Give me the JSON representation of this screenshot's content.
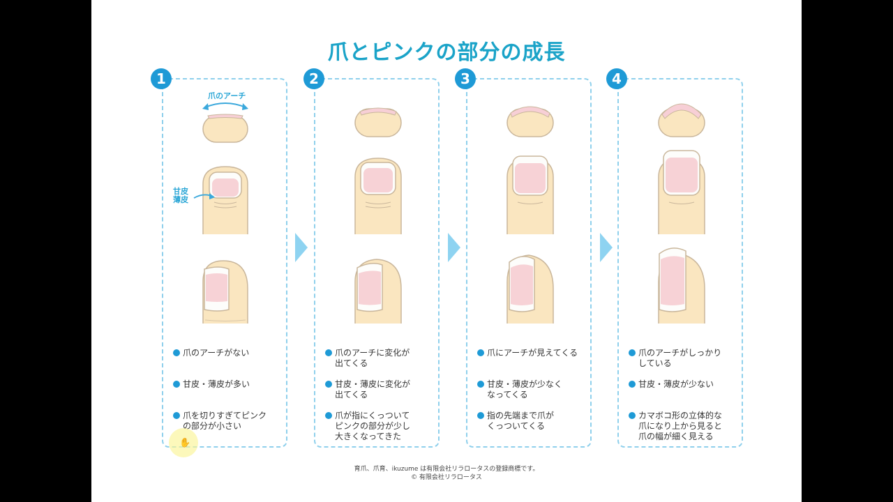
{
  "title": "爪とピンクの部分の成長",
  "annotations": {
    "arch_label": "爪のアーチ",
    "cuticle_label": "甘皮\n薄皮"
  },
  "steps": [
    {
      "number": "1",
      "bullets": [
        "爪のアーチがない",
        "甘皮・薄皮が多い",
        "爪を切りすぎてピンク\nの部分が小さい"
      ]
    },
    {
      "number": "2",
      "bullets": [
        "爪のアーチに変化が\n出てくる",
        "甘皮・薄皮に変化が\n出てくる",
        "爪が指にくっついて\nピンクの部分が少し\n大きくなってきた"
      ]
    },
    {
      "number": "3",
      "bullets": [
        "爪にアーチが見えてくる",
        "甘皮・薄皮が少なく\nなってくる",
        "指の先端まで爪が\nくっついてくる"
      ]
    },
    {
      "number": "4",
      "bullets": [
        "爪のアーチがしっかり\nしている",
        "甘皮・薄皮が少ない",
        "カマボコ形の立体的な\n爪になり上から見ると\n爪の幅が細く見える"
      ]
    }
  ],
  "footer": {
    "line1": "育爪、爪育、ikuzume は有限会社リラロータスの登録商標です。",
    "line2": "© 有限会社リラロータス"
  },
  "icons": [
    "step-arrow-icon",
    "hand-cursor-icon",
    "double-arrow-icon"
  ],
  "colors": {
    "accent": "#1aa3c8",
    "badge": "#1e9ad6",
    "skin": "#fae6c0",
    "nail_pink": "#f7d2d6",
    "border": "#8fd0ec"
  }
}
